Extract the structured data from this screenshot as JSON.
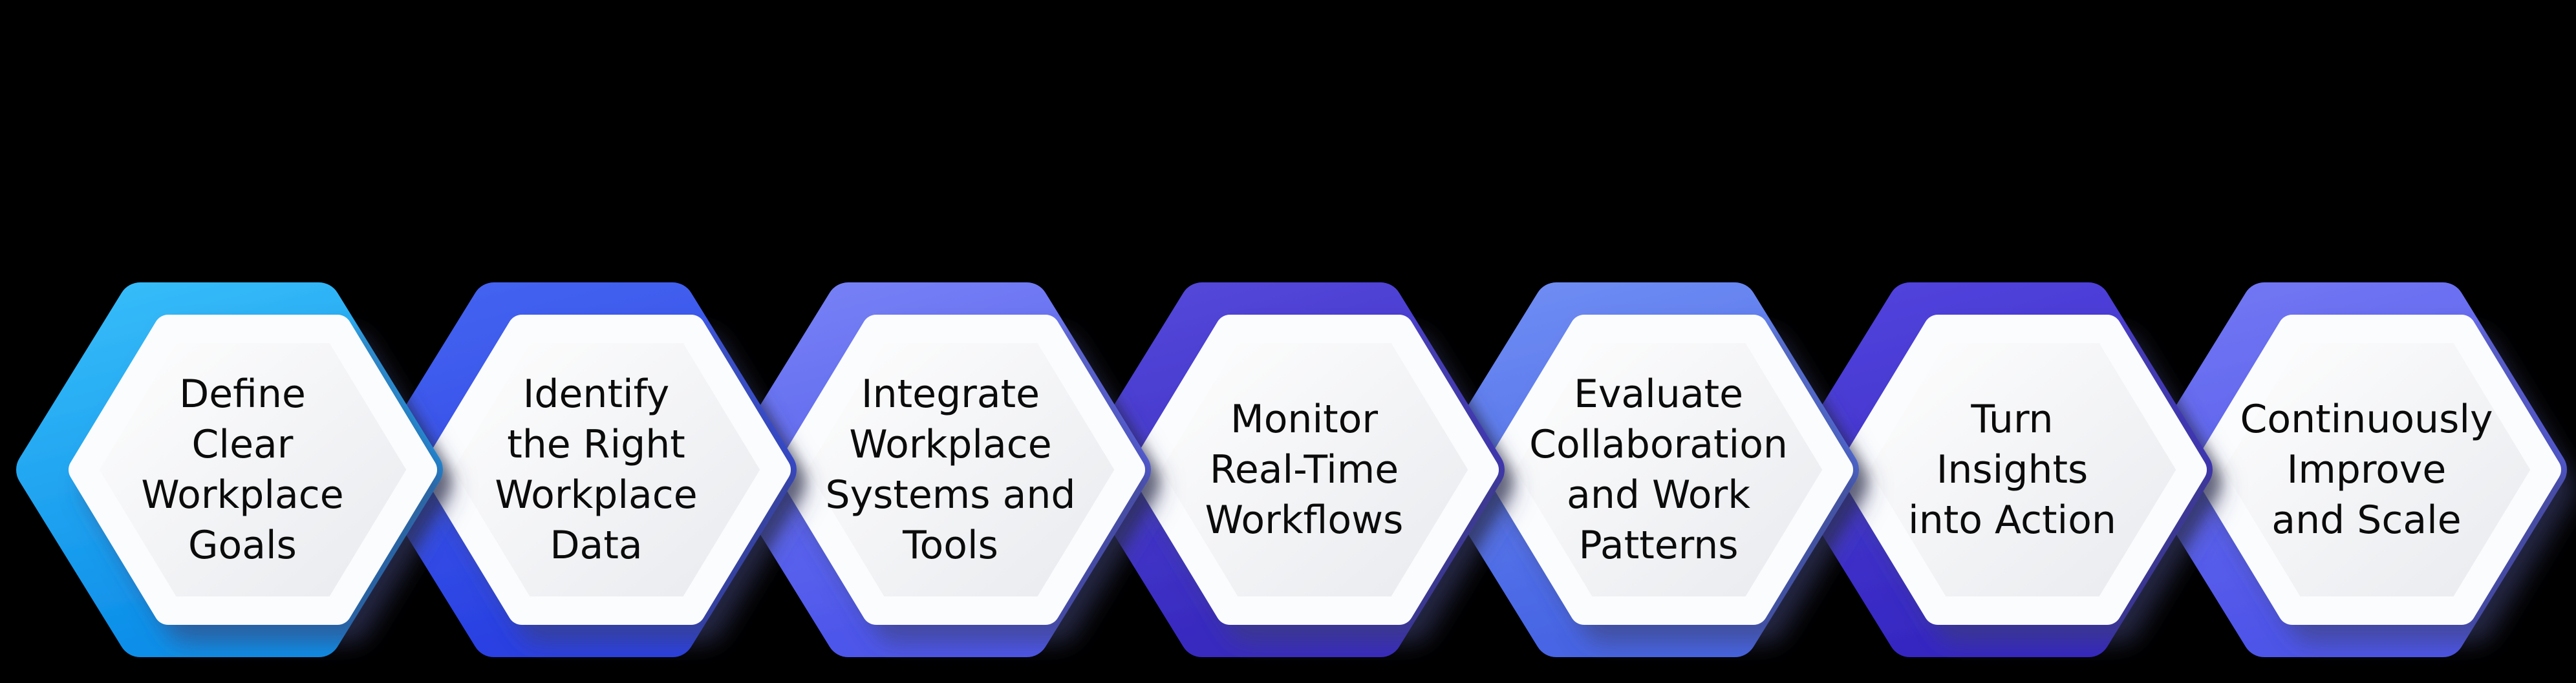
{
  "diagram": {
    "kind": "hexagon-process-flow",
    "background_color": "#000000",
    "face_color_light": "#ffffff",
    "face_color_dark": "#e7e9ed",
    "face_edge_color": "#fbfcfe",
    "text_color": "#0b0b0b",
    "steps": [
      {
        "label": "Define\nClear\nWorkplace\nGoals",
        "ring_light": "#36BCF9",
        "ring_dark": "#0D8FE9"
      },
      {
        "label": "Identify\nthe Right\nWorkplace\nData",
        "ring_light": "#4463F1",
        "ring_dark": "#2A41E2"
      },
      {
        "label": "Integrate\nWorkplace\nSystems and\nTools",
        "ring_light": "#7680F5",
        "ring_dark": "#4D56EA"
      },
      {
        "label": "Monitor\nReal-Time\nWorkflows",
        "ring_light": "#5347D9",
        "ring_dark": "#382ABF"
      },
      {
        "label": "Evaluate\nCollaboration\nand Work\nPatterns",
        "ring_light": "#6E8CF3",
        "ring_dark": "#4765E4"
      },
      {
        "label": "Turn\nInsights\ninto Action",
        "ring_light": "#5143DC",
        "ring_dark": "#3628C2"
      },
      {
        "label": "Continuously\nImprove\nand Scale",
        "ring_light": "#7176F3",
        "ring_dark": "#4E54E8"
      }
    ]
  }
}
